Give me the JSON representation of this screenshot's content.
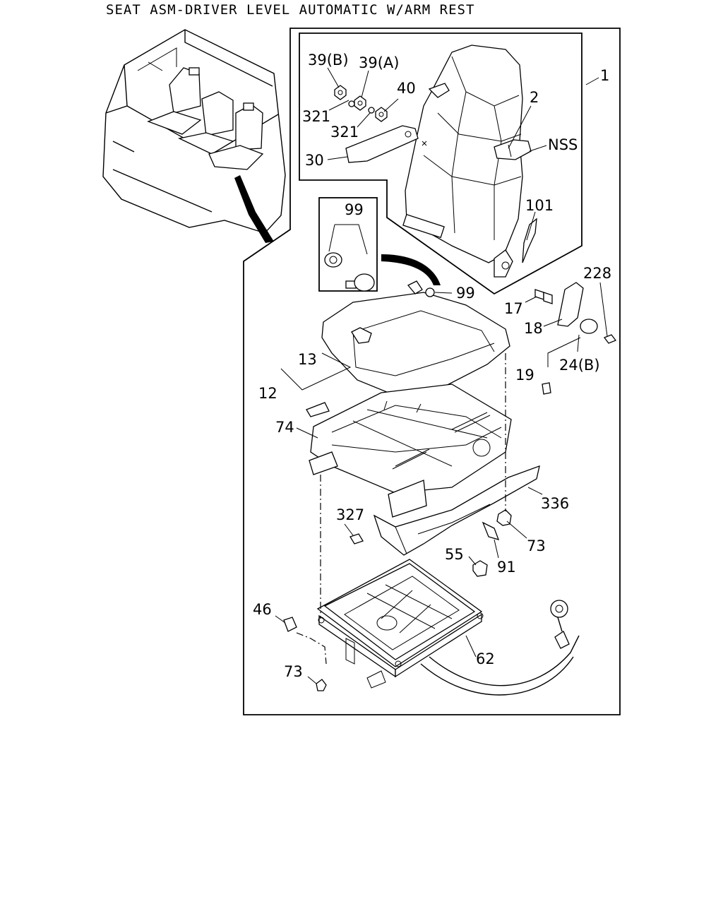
{
  "title": "SEAT ASM-DRIVER LEVEL AUTOMATIC W/ARM REST",
  "callouts": {
    "c1": "1",
    "c2": "2",
    "c39b": "39(B)",
    "c39a": "39(A)",
    "c40": "40",
    "c321a": "321",
    "c321b": "321",
    "c30": "30",
    "cNSS": "NSS",
    "c101": "101",
    "c99a": "99",
    "c99b": "99",
    "c17": "17",
    "c228": "228",
    "c18": "18",
    "c24b": "24(B)",
    "c19": "19",
    "c13": "13",
    "c12": "12",
    "c74": "74",
    "c336": "336",
    "c327": "327",
    "c73a": "73",
    "c55": "55",
    "c91": "91",
    "c46": "46",
    "c62": "62",
    "c73b": "73"
  }
}
